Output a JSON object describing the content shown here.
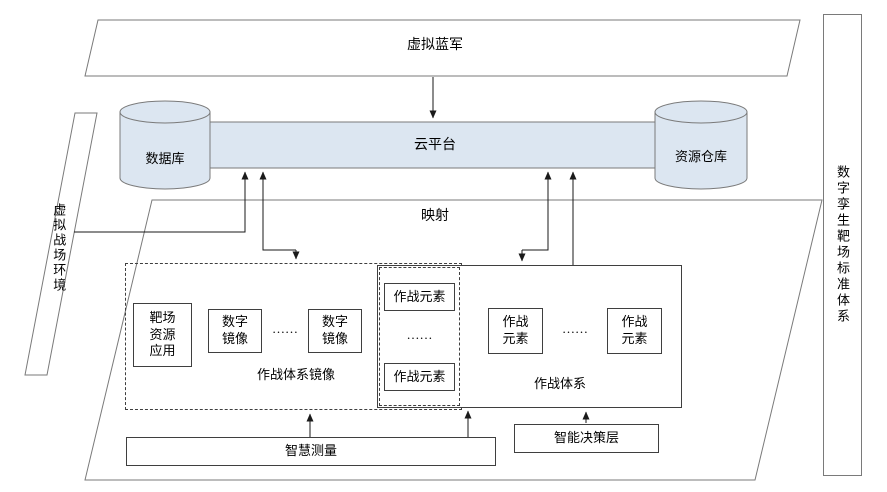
{
  "diagram": {
    "top_banner": {
      "label": "虚拟蓝军"
    },
    "platform": {
      "cloud_label": "云平台",
      "database_label": "数据库",
      "warehouse_label": "资源仓库"
    },
    "left_panel": {
      "label": "虚拟战场环境"
    },
    "right_panel": {
      "label": "数字孪生靶场标准体系"
    },
    "mapping_label": "映射",
    "mirror_system": {
      "label": "作战体系镜像",
      "range_app": "靶场资源应用",
      "mirror_1": "数字镜像",
      "ellipsis": "……",
      "mirror_2": "数字镜像"
    },
    "element_column": {
      "top": "作战元素",
      "ellipsis": "……",
      "bottom": "作战元素"
    },
    "combat_system": {
      "label": "作战体系",
      "element_1": "作战元素",
      "ellipsis": "……",
      "element_2": "作战元素"
    },
    "bottom_layer": {
      "measurement": "智慧测量",
      "decision": "智能决策层"
    },
    "colors": {
      "shape_fill": "#dce6f1",
      "shape_stroke": "#7a7a7a",
      "line": "#1a1a1a"
    }
  }
}
